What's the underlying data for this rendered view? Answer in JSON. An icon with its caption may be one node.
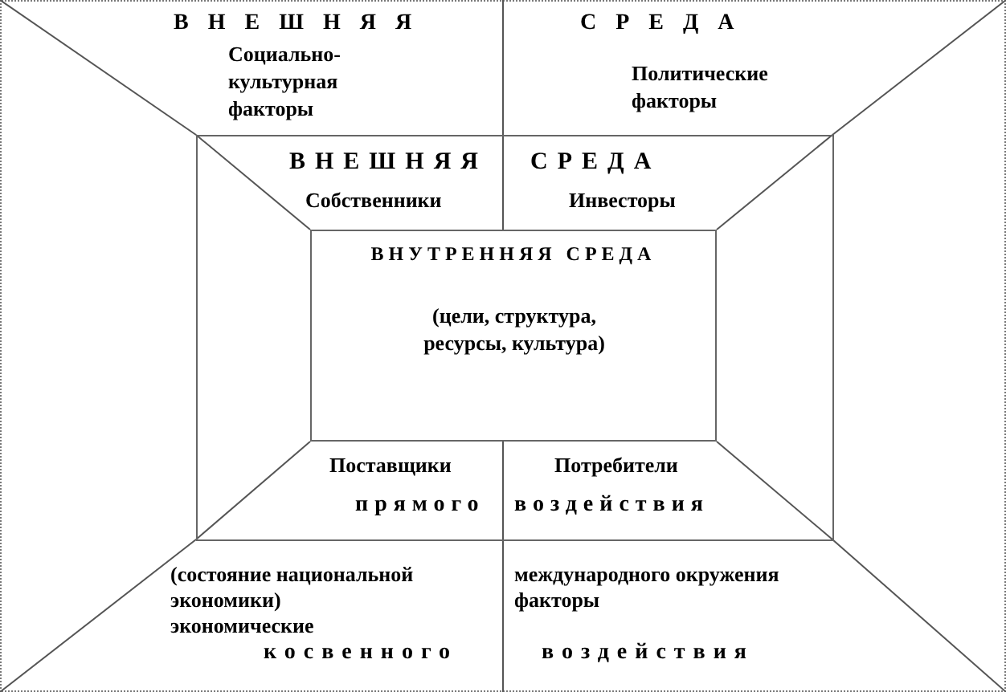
{
  "diagram": {
    "nodes": [
      {
        "text": [
          "ВНЕШНЯЯ",
          "СРЕДА",
          "Социально-культурная факторы",
          "Политические факторы",
          "(состояние национальной экономики)",
          "экономические",
          "международного окружения факторы",
          "косвенного",
          "воздействия"
        ]
      },
      {
        "text": [
          "ВНЕШНЯЯ",
          "СРЕДА",
          "Собственники",
          "Инвесторы",
          "Поставщики",
          "Потребители",
          "прямого",
          "воздействия"
        ],
        "in": 0
      },
      {
        "text": [
          "ВНУТРЕННЯЯ СРЕДА",
          "(цели, структура, ресурсы, культура)"
        ],
        "in": 1
      }
    ]
  }
}
